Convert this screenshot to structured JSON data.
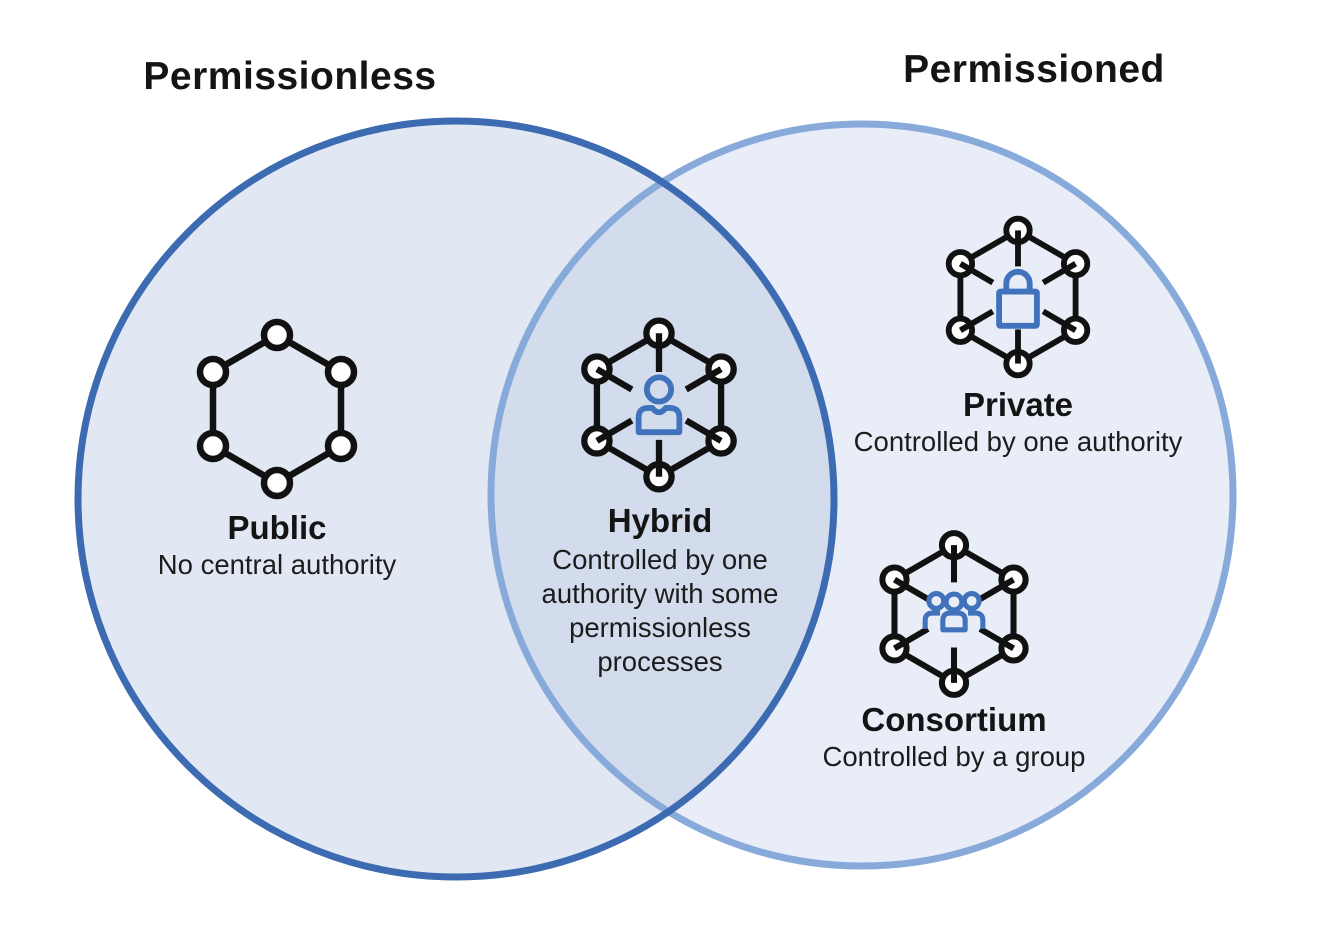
{
  "diagram": {
    "left_set": {
      "title": "Permissionless"
    },
    "right_set": {
      "title": "Permissioned"
    },
    "groups": {
      "public": {
        "name": "Public",
        "desc": "No central authority",
        "icon": "network-hexagon-icon"
      },
      "hybrid": {
        "name": "Hybrid",
        "desc": "Controlled by one authority with some permissionless processes",
        "icon": "network-person-icon"
      },
      "private": {
        "name": "Private",
        "desc": "Controlled by one authority",
        "icon": "network-lock-icon"
      },
      "consortium": {
        "name": "Consortium",
        "desc": "Controlled by a group",
        "icon": "network-group-icon"
      }
    }
  },
  "colors": {
    "left_fill": "#e1e8f3",
    "left_stroke": "#3c6bb2",
    "right_fill": "#e9edf8",
    "right_stroke": "#87aadb",
    "overlap_fill": "#d3dcec",
    "icon_black": "#111111",
    "icon_blue": "#4173bd",
    "title_text": "#141414"
  }
}
